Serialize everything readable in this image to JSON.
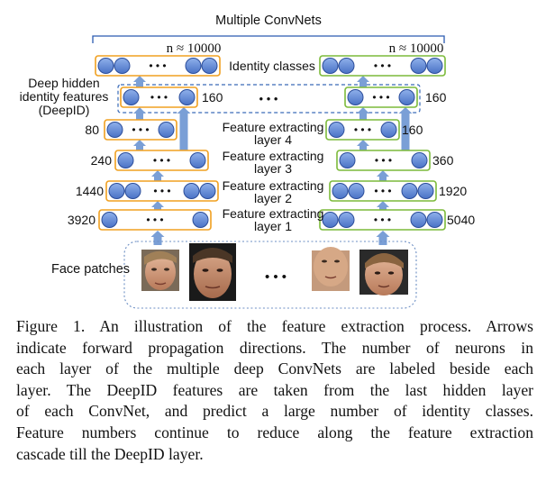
{
  "diagram": {
    "title": "Multiple ConvNets",
    "n_label_left": "n ≈ 10000",
    "n_label_right": "n ≈ 10000",
    "identity_label": "Identity classes",
    "deepid_label_lines": [
      "Deep hidden",
      "identity features",
      "(DeepID)"
    ],
    "layer_labels": [
      [
        "Feature extracting",
        "layer 4"
      ],
      [
        "Feature extracting",
        "layer 3"
      ],
      [
        "Feature extracting",
        "layer 2"
      ],
      [
        "Feature extracting",
        "layer 1"
      ]
    ],
    "face_patches_label": "Face patches",
    "ellipsis": "• • •",
    "left_counts": {
      "deepid": "160",
      "layer4": "80",
      "layer3": "240",
      "layer2": "1440",
      "layer1": "3920"
    },
    "right_counts": {
      "deepid": "160",
      "layer4": "160",
      "layer3": "360",
      "layer2": "1920",
      "layer1": "5040"
    },
    "colors": {
      "neuron_fill": "#5b84d6",
      "neuron_stroke": "#2b4d9a",
      "left_box": "#f0a020",
      "right_box": "#7cba3a",
      "arrow": "#7a9fd6",
      "bracket": "#2b5bb0",
      "dashed": "#3a6ab8"
    }
  },
  "caption_lines": [
    "Figure 1. An illustration of the feature extraction process. Arrows",
    "indicate forward propagation directions. The number of neurons in",
    "each layer of the multiple deep ConvNets are labeled beside each",
    "layer. The DeepID features are taken from the last hidden layer",
    "of each ConvNet, and predict a large number of identity classes.",
    "Feature numbers continue to reduce along the feature extraction",
    "cascade till the DeepID layer."
  ]
}
